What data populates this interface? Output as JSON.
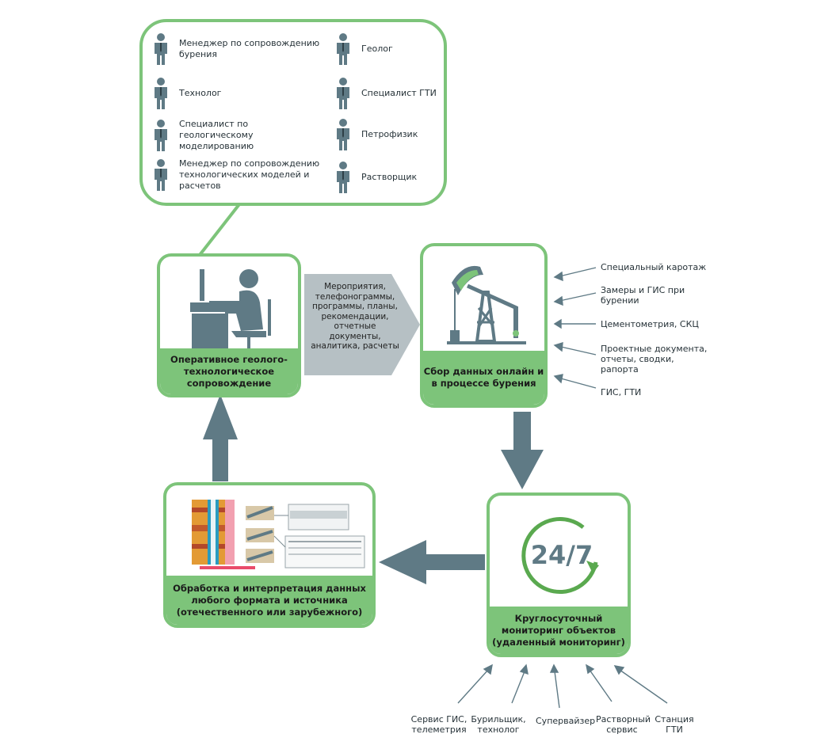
{
  "team": {
    "roles_left": [
      "Менеджер по сопровождению бурения",
      "Технолог",
      "Специалист по геологическому моделированию",
      "Менеджер по сопровождению технологических моделей и расчетов"
    ],
    "roles_right": [
      "Геолог",
      "Специалист ГТИ",
      "Петрофизик",
      "Растворщик"
    ]
  },
  "nodes": {
    "support": "Оперативное геолого-технологическое сопровождение",
    "collection": "Сбор данных онлайн и в процессе бурения",
    "processing": "Обработка и интерпретация данных любого формата и источника (отечественного или зарубежного)",
    "monitoring": "Круглосуточный мониторинг объектов (удаленный мониторинг)",
    "monitoring_badge": "24/7"
  },
  "flow_label": "Мероприятия, телефонограммы, программы, планы, рекомендации, отчетные документы, аналитика, расчеты",
  "collection_inputs": [
    "Специальный каротаж",
    "Замеры и ГИС при бурении",
    "Цементометрия, СКЦ",
    "Проектные документа, отчеты, сводки, рапорта",
    "ГИС, ГТИ"
  ],
  "monitoring_inputs": [
    "Сервис ГИС, телеметрия",
    "Бурильщик, технолог",
    "Супервайзер",
    "Растворный сервис",
    "Станция ГТИ"
  ],
  "colors": {
    "green": "#7dc47a",
    "slate": "#5f7a85",
    "gray_arrow": "#b6c0c4",
    "icon": "#5f7a85",
    "accent": "#5aa94f"
  }
}
